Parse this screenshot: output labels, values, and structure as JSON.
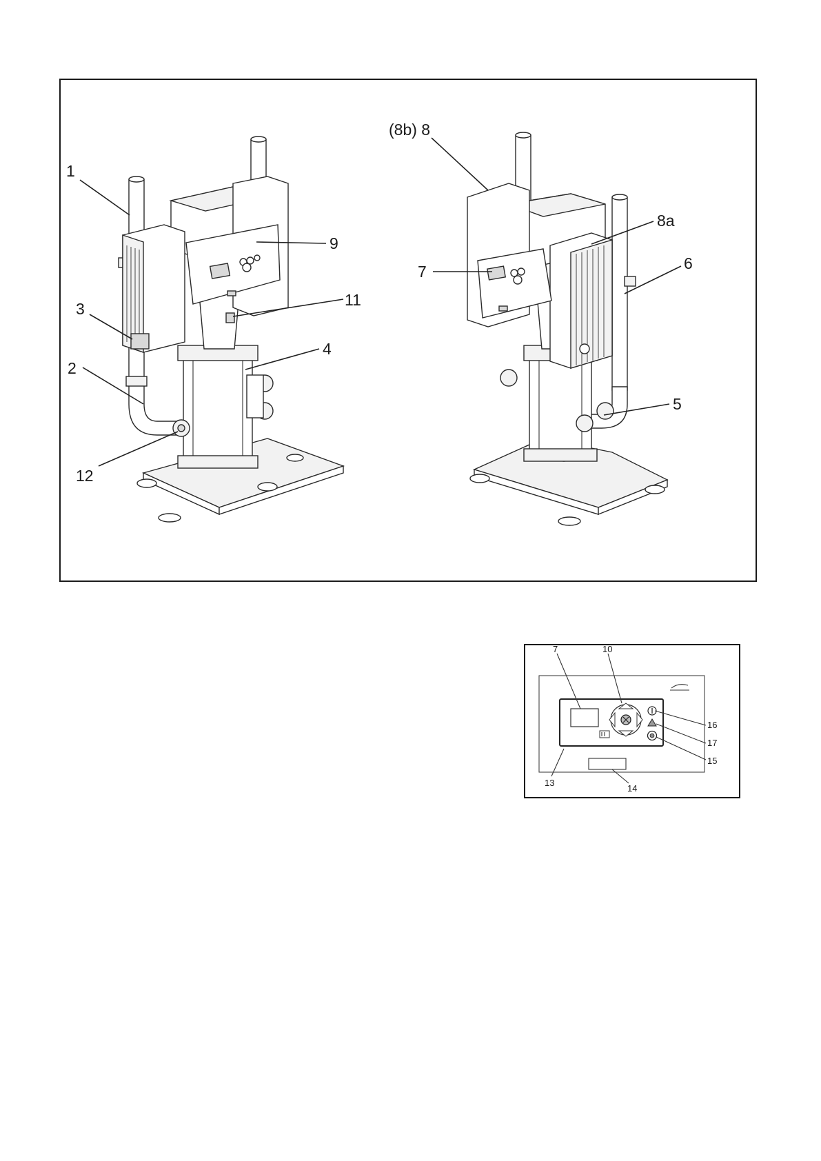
{
  "figure_main": {
    "left_view_callouts": [
      "1",
      "2",
      "3",
      "4",
      "9",
      "11",
      "12"
    ],
    "right_view_callouts": [
      "(8b) 8",
      "8a",
      "7",
      "6",
      "5"
    ]
  },
  "figure_panel": {
    "callouts": [
      "7",
      "10",
      "16",
      "17",
      "15",
      "13",
      "14"
    ]
  }
}
